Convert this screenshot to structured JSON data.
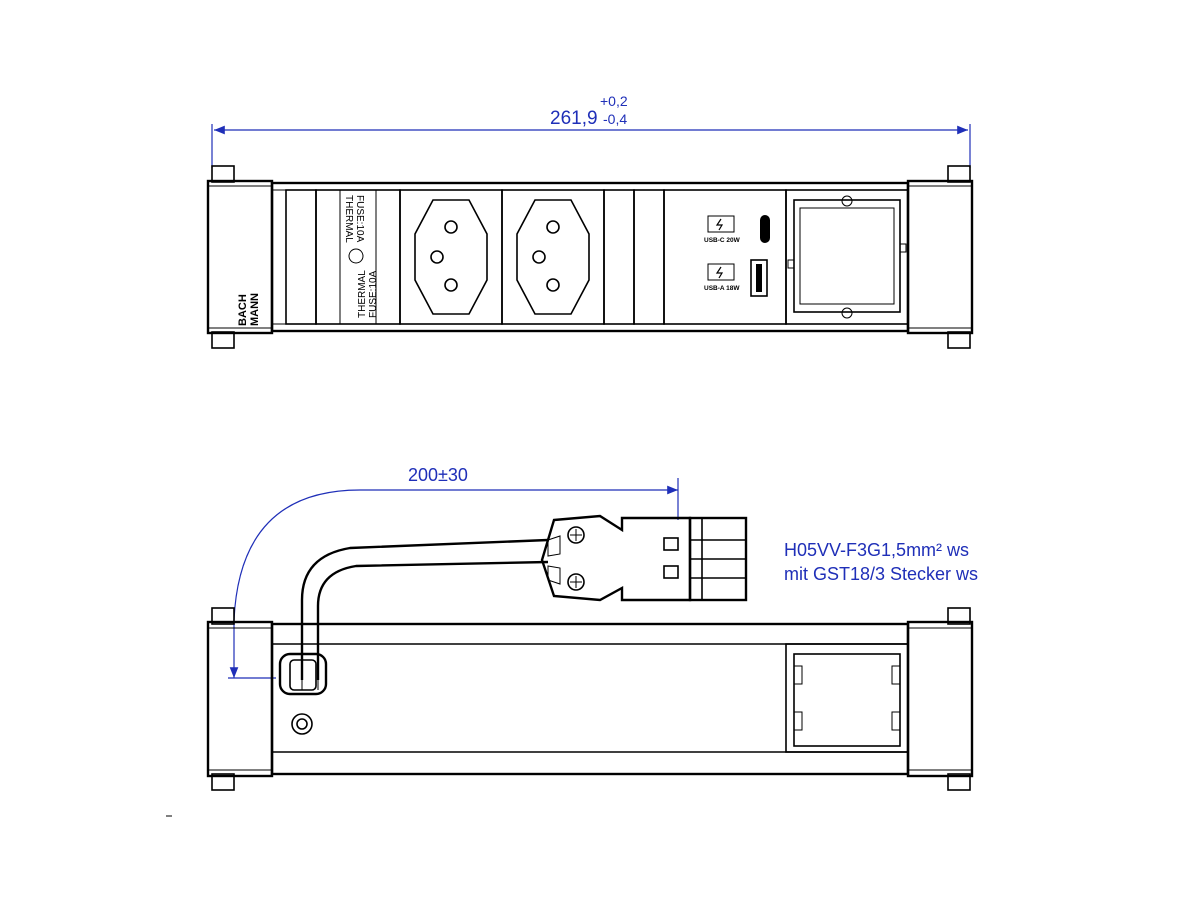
{
  "dimensions": {
    "length_main": "261,9",
    "tol_plus": "+0,2",
    "tol_minus": "-0,4",
    "cable_length": "200±30"
  },
  "cable_spec": {
    "line1": "H05VV-F3G1,5mm² ws",
    "line2": "mit GST18/3  Stecker ws"
  },
  "fuse_labels": {
    "top_line1": "THERMAL",
    "top_line2": "FUSE:10A",
    "bottom_line1": "THERMAL",
    "bottom_line2": "FUSE:10A"
  },
  "usb_labels": {
    "usb_c": "USB-C 20W",
    "usb_a": "USB-A 18W"
  },
  "brand": {
    "line1": "BACH",
    "line2": "MANN"
  },
  "colors": {
    "dimension": "#1f2fb8",
    "outline": "#000000",
    "background": "#ffffff"
  }
}
